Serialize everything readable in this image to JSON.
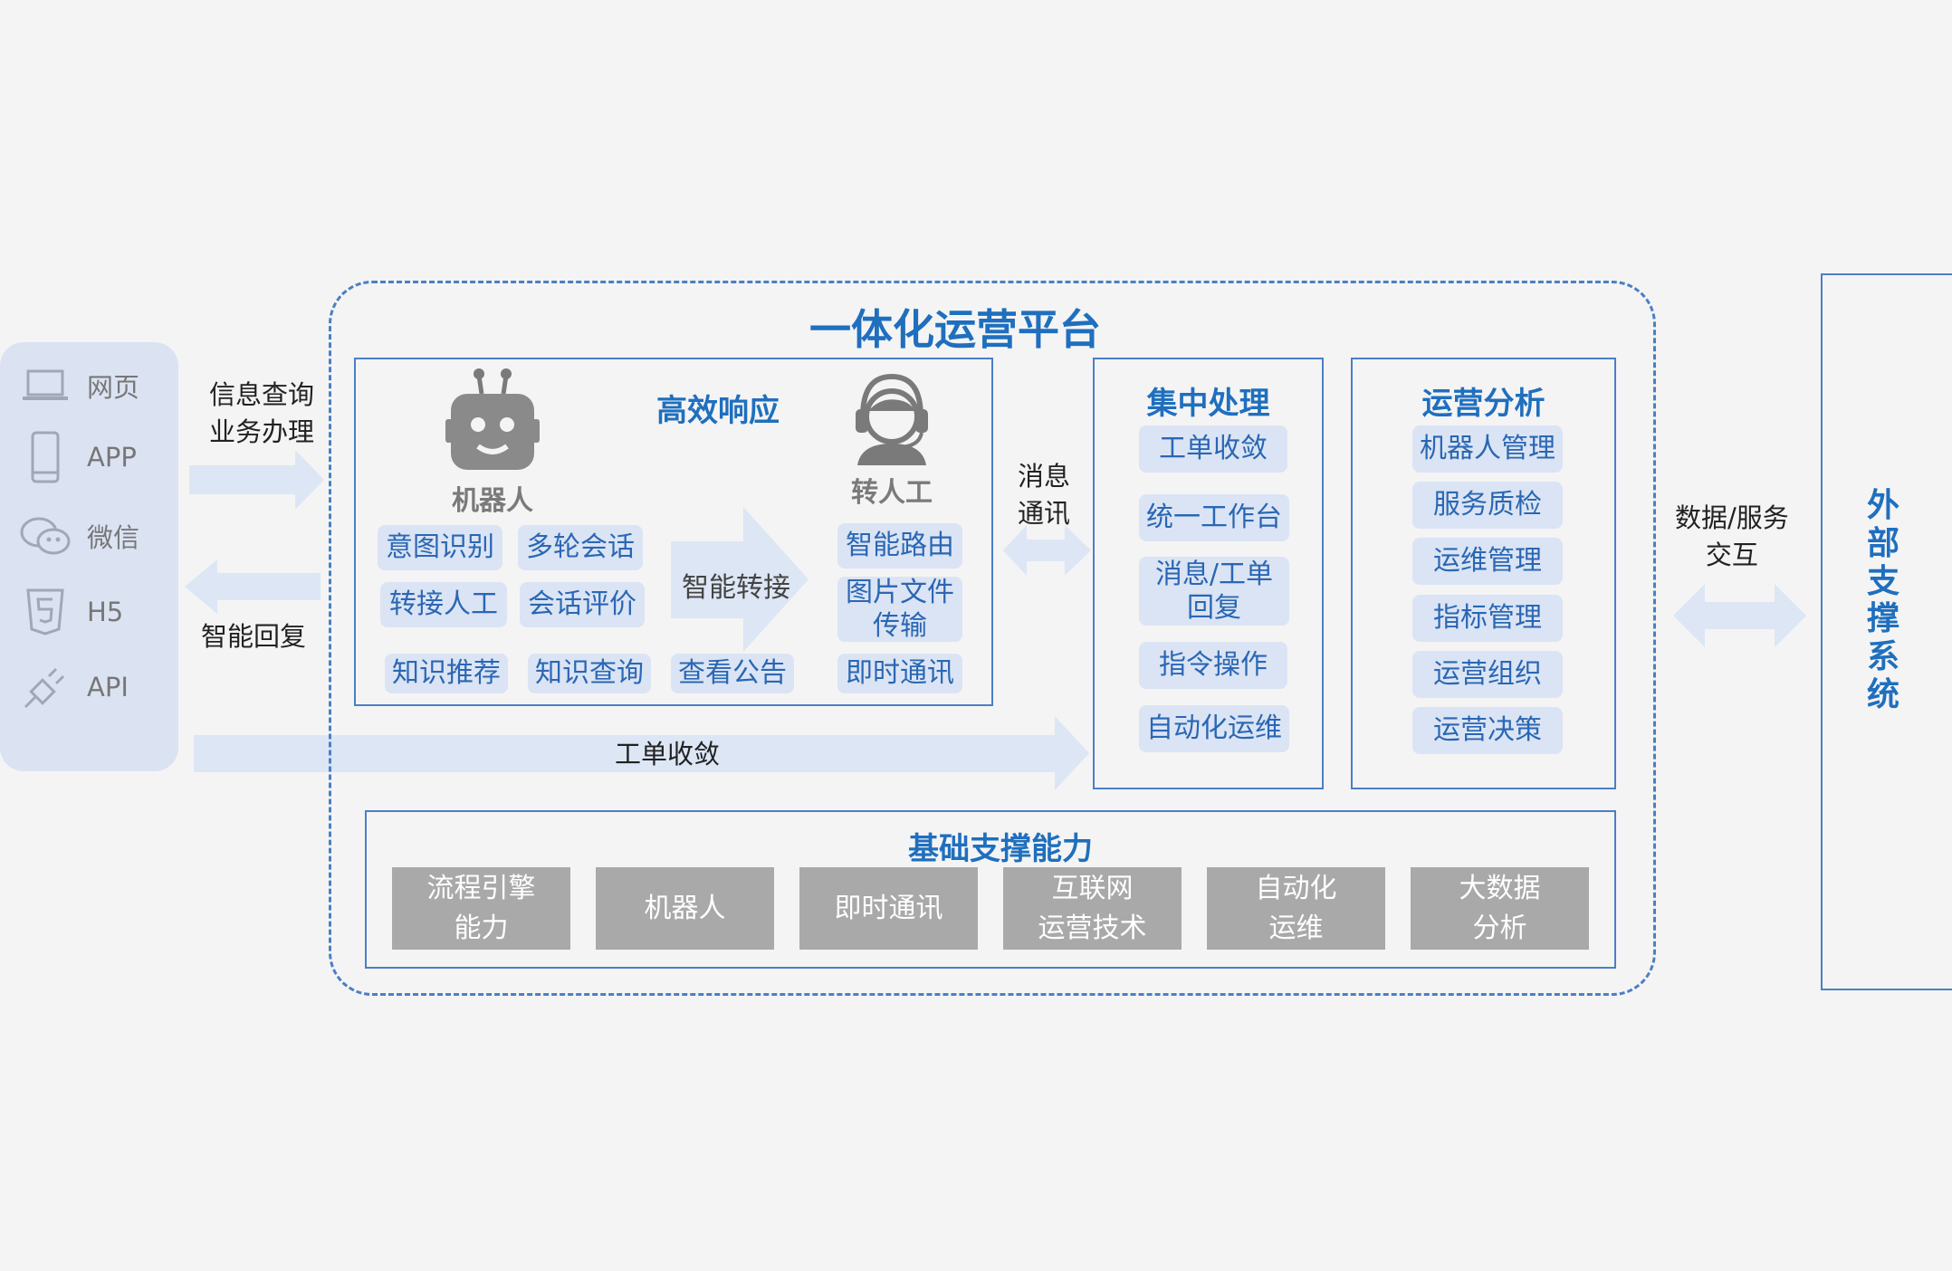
{
  "platform_title": "一体化运营平台",
  "channels": [
    {
      "icon": "laptop-icon",
      "label": "网页"
    },
    {
      "icon": "phone-icon",
      "label": "APP"
    },
    {
      "icon": "wechat-icon",
      "label": "微信"
    },
    {
      "icon": "html5-icon",
      "label": "H5"
    },
    {
      "icon": "api-plug-icon",
      "label": "API"
    }
  ],
  "arrow_labels": {
    "query": "信息查询\n业务办理",
    "reply": "智能回复",
    "ticket": "工单收敛",
    "message": "消息\n通讯",
    "data_service": "数据/服务\n交互"
  },
  "efficient_response": {
    "title": "高效响应",
    "robot_label": "机器人",
    "agent_label": "转人工",
    "transfer_label": "智能转接",
    "left_items": [
      "意图识别",
      "多轮会话",
      "转接人工",
      "会话评价"
    ],
    "right_items": [
      "智能路由",
      "图片文件\n传输"
    ],
    "bottom_items": [
      "知识推荐",
      "知识查询",
      "查看公告",
      "即时通讯"
    ]
  },
  "central_processing": {
    "title": "集中处理",
    "items": [
      "工单收敛",
      "统一工作台",
      "消息/工单\n回复",
      "指令操作",
      "自动化运维"
    ]
  },
  "operation_analysis": {
    "title": "运营分析",
    "items": [
      "机器人管理",
      "服务质检",
      "运维管理",
      "指标管理",
      "运营组织",
      "运营决策"
    ]
  },
  "foundation": {
    "title": "基础支撑能力",
    "items": [
      "流程引擎\n能力",
      "机器人",
      "即时通讯",
      "互联网\n运营技术",
      "自动化\n运维",
      "大数据\n分析"
    ]
  },
  "external_system": "外\n部\n支\n撑\n系\n统",
  "colors": {
    "accent": "#1f6fbe",
    "pill_bg": "#dbe4f4",
    "arrow": "#dde6f4",
    "gray_box": "#a9a9a9"
  }
}
